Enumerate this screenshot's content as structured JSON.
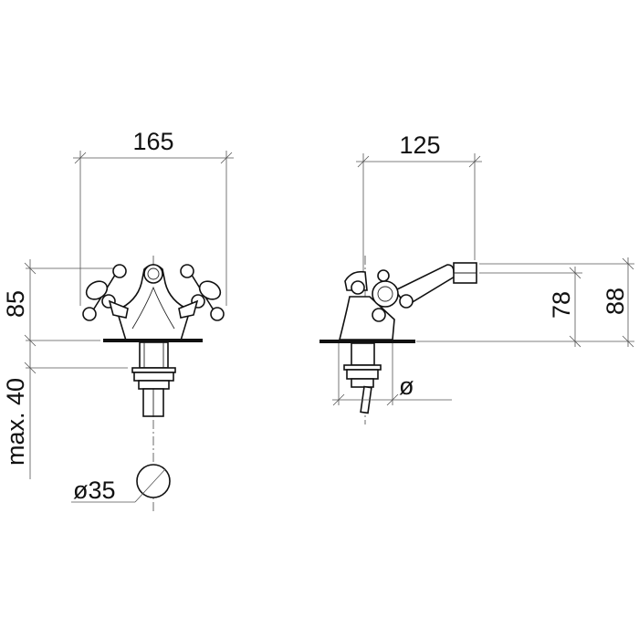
{
  "front_view": {
    "width_label": "165",
    "height_label": "85",
    "thickness_label": "max. 40",
    "hole_label": "ø35"
  },
  "side_view": {
    "depth_label": "125",
    "spout_height_label": "78",
    "total_height_label": "88",
    "hole_label": "ø"
  }
}
